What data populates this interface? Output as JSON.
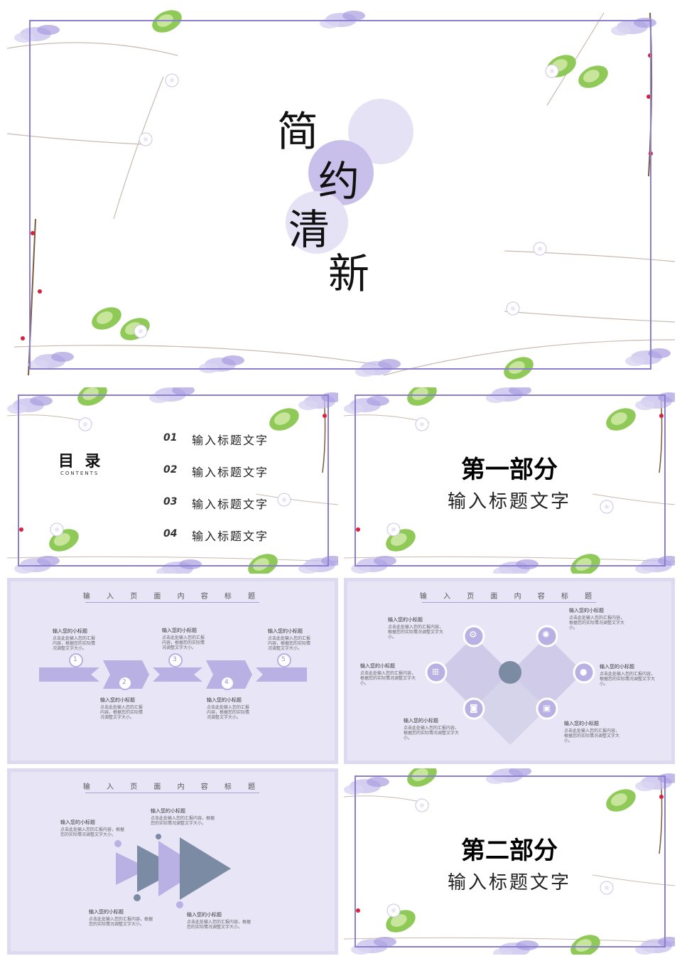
{
  "colors": {
    "accent": "#8d7fcf",
    "lavender": "#b9b0e3",
    "lavender_light": "#dcd9f0",
    "slate": "#7b8ba3",
    "leaf": "#8fc957"
  },
  "cover": {
    "title_chars": [
      "简",
      "约",
      "清",
      "新"
    ]
  },
  "toc": {
    "heading": "目  录",
    "subheading": "CONTENTS",
    "items": [
      {
        "num": "01",
        "text": "输入标题文字"
      },
      {
        "num": "02",
        "text": "输入标题文字"
      },
      {
        "num": "03",
        "text": "输入标题文字"
      },
      {
        "num": "04",
        "text": "输入标题文字"
      }
    ]
  },
  "part1": {
    "title": "第一部分",
    "subtitle": "输入标题文字"
  },
  "part2": {
    "title": "第二部分",
    "subtitle": "输入标题文字"
  },
  "timeline": {
    "title": "输 入 页 面 内 容 标 题",
    "steps": [
      {
        "num": "1",
        "head": "输入您的小标题",
        "body": "点击此处输入您的汇报内容，根据您的实际情况调整文字大小。"
      },
      {
        "num": "2",
        "head": "输入您的小标题",
        "body": "点击此处输入您的汇报内容，根据您的实际情况调整文字大小。"
      },
      {
        "num": "3",
        "head": "输入您的小标题",
        "body": "点击此处输入您的汇报内容，根据您的实际情况调整文字大小。"
      },
      {
        "num": "4",
        "head": "输入您的小标题",
        "body": "点击此处输入您的汇报内容，根据您的实际情况调整文字大小。"
      },
      {
        "num": "5",
        "head": "输入您的小标题",
        "body": "点击此处输入您的汇报内容，根据您的实际情况调整文字大小。"
      }
    ]
  },
  "diamond": {
    "title": "输 入 页 面 内 容 标 题",
    "items": [
      {
        "head": "输入您的小标题",
        "body": "点击此处输入您的汇报内容，根据您的实际情况调整文字大小。",
        "icon": "gear-icon"
      },
      {
        "head": "输入您的小标题",
        "body": "点击此处输入您的汇报内容，根据您的实际情况调整文字大小。",
        "icon": "aperture-icon"
      },
      {
        "head": "输入您的小标题",
        "body": "点击此处输入您的汇报内容，根据您的实际情况调整文字大小。",
        "icon": "windows-icon"
      },
      {
        "head": "输入您的小标题",
        "body": "点击此处输入您的汇报内容，根据您的实际情况调整文字大小。",
        "icon": "apple-icon"
      },
      {
        "head": "输入您的小标题",
        "body": "点击此处输入您的汇报内容，根据您的实际情况调整文字大小。",
        "icon": "instagram-icon"
      },
      {
        "head": "输入您的小标题",
        "body": "点击此处输入您的汇报内容，根据您的实际情况调整文字大小。",
        "icon": "lock-icon"
      }
    ]
  },
  "arrows": {
    "title": "输 入 页 面 内 容 标 题",
    "items": [
      {
        "head": "输入您的小标题",
        "body": "点击此处输入您的汇报内容，根据您的实际情况调整文字大小。"
      },
      {
        "head": "输入您的小标题",
        "body": "点击此处输入您的汇报内容，根据您的实际情况调整文字大小。"
      },
      {
        "head": "输入您的小标题",
        "body": "点击此处输入您的汇报内容，根据您的实际情况调整文字大小。"
      },
      {
        "head": "输入您的小标题",
        "body": "点击此处输入您的汇报内容，根据您的实际情况调整文字大小。"
      }
    ]
  }
}
